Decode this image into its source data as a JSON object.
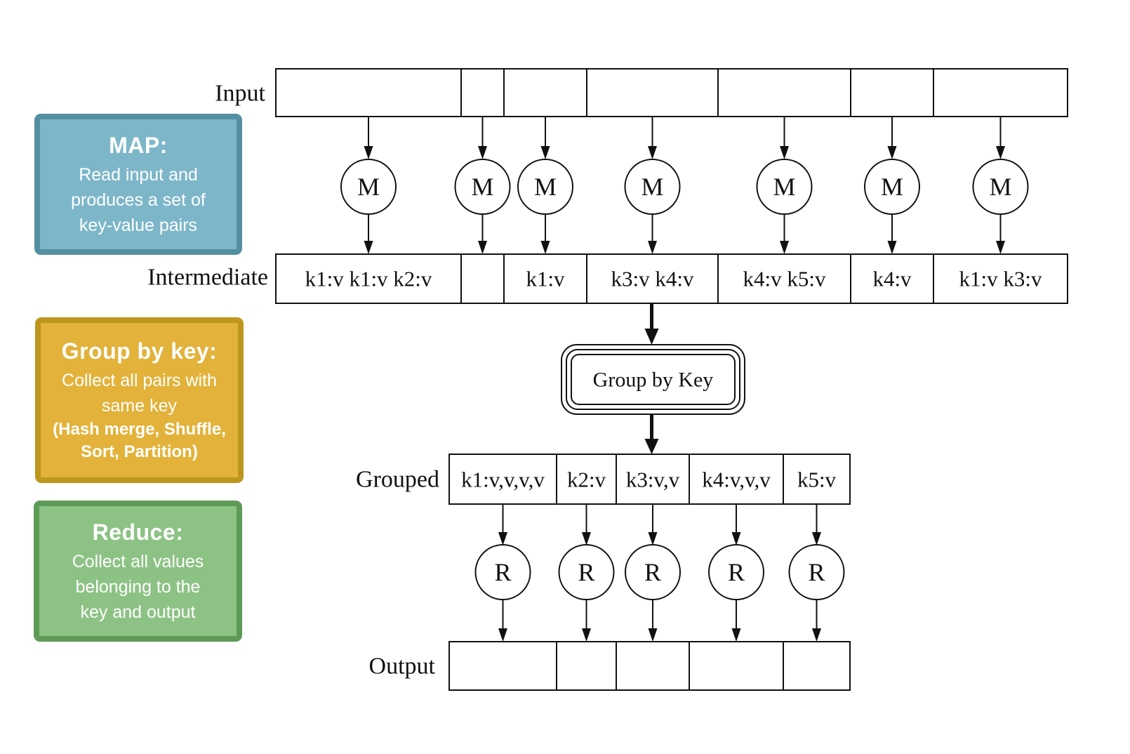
{
  "diagram": {
    "row_labels": {
      "input": "Input",
      "intermediate": "Intermediate",
      "grouped": "Grouped",
      "output": "Output"
    },
    "map_node_label": "M",
    "reduce_node_label": "R",
    "group_by_key_label": "Group by Key",
    "intermediate_cells": [
      "k1:v k1:v k2:v",
      "",
      "k1:v",
      "k3:v k4:v",
      "k4:v k5:v",
      "k4:v",
      "k1:v k3:v"
    ],
    "grouped_cells": [
      "k1:v,v,v,v",
      "k2:v",
      "k3:v,v",
      "k4:v,v,v",
      "k5:v"
    ],
    "input_cell_count": 7,
    "output_cell_count": 5
  },
  "annotations": {
    "map": {
      "title": "MAP:",
      "lines": [
        "Read input and",
        "produces a set of",
        "key-value pairs"
      ],
      "fill_color": "#7DB6C9",
      "border_color": "#558FA2"
    },
    "group_by_key": {
      "title": "Group by key:",
      "lines": [
        "Collect all pairs with",
        "same key"
      ],
      "bold_lines": [
        "(Hash merge, Shuffle,",
        "Sort, Partition)"
      ],
      "fill_color": "#E2B23A",
      "border_color": "#BD961D"
    },
    "reduce": {
      "title": "Reduce:",
      "lines": [
        "Collect all values",
        "belonging to the",
        "key and output"
      ],
      "fill_color": "#8DC285",
      "border_color": "#5D9A55"
    }
  },
  "colors": {
    "diagram_line": "#111111",
    "background": "#ffffff",
    "note_text": "#ffffff"
  }
}
